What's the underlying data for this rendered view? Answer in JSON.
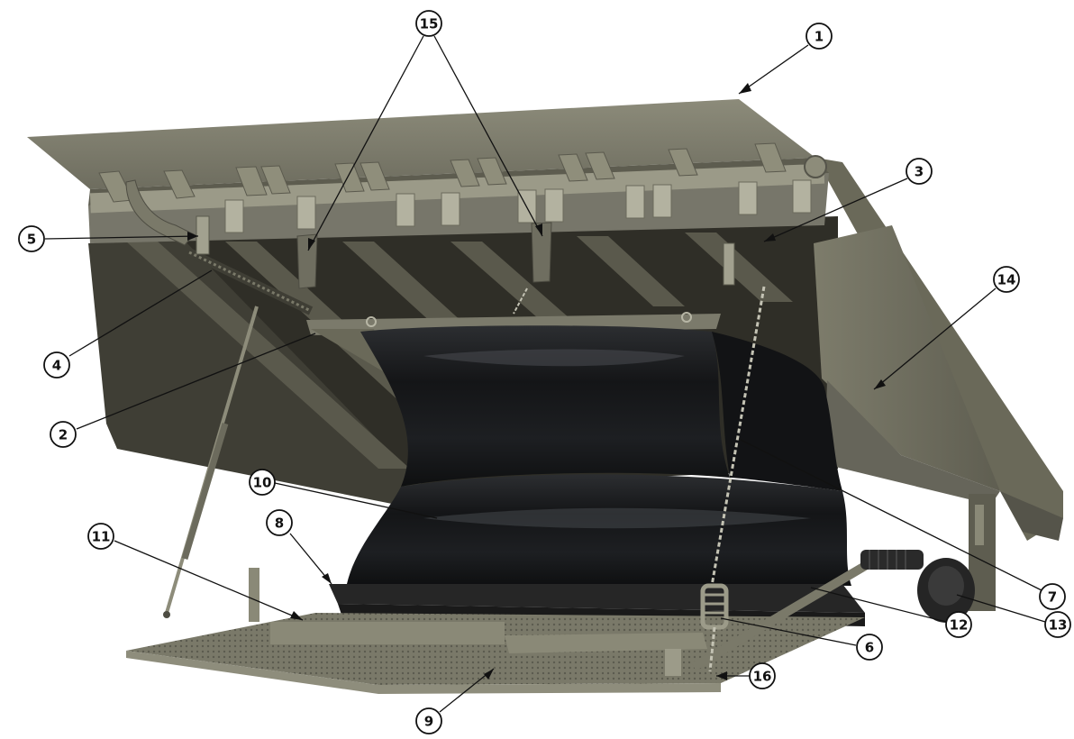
{
  "colors": {
    "background": "#ffffff",
    "steel": "#6b6a5c",
    "steel_dark": "#4f4e43",
    "steel_light": "#8a8977",
    "steel_lighter": "#a9a897",
    "bag": "#18191b",
    "bag_highlight": "#4a4d52",
    "pallet": "#232323",
    "callout_line": "#111111",
    "callout_fill": "#ffffff"
  },
  "callouts": [
    {
      "id": "c1",
      "number": "1"
    },
    {
      "id": "c2",
      "number": "2"
    },
    {
      "id": "c3",
      "number": "3"
    },
    {
      "id": "c4",
      "number": "4"
    },
    {
      "id": "c5",
      "number": "5"
    },
    {
      "id": "c6",
      "number": "6"
    },
    {
      "id": "c7",
      "number": "7"
    },
    {
      "id": "c8",
      "number": "8"
    },
    {
      "id": "c9",
      "number": "9"
    },
    {
      "id": "c10",
      "number": "10"
    },
    {
      "id": "c11",
      "number": "11"
    },
    {
      "id": "c12",
      "number": "12"
    },
    {
      "id": "c13",
      "number": "13"
    },
    {
      "id": "c14",
      "number": "14"
    },
    {
      "id": "c15",
      "number": "15"
    },
    {
      "id": "c16",
      "number": "16"
    }
  ]
}
